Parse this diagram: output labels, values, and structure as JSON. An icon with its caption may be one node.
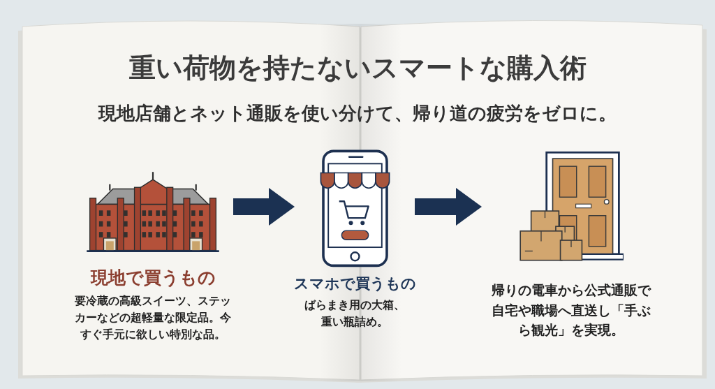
{
  "diagram": {
    "title": "重い荷物を持たないスマートな購入術",
    "nodes": [
      {
        "text": [
          "現地で買うもの",
          "要冷蔵の高級スイーツ、ステッカーなどの超軽量な限定品。今すぐ手元に欲しい特別な品。"
        ]
      },
      {
        "text": [
          "スマホで買うもの",
          "ばらまき用の大箱、重い瓶詰め。"
        ]
      },
      {
        "text": [
          "帰りの電車から公式通販で自宅や職場へ直送し「手ぶら観光」を実現。"
        ]
      }
    ],
    "edges": [
      {
        "from": 0,
        "to": 1,
        "arrow": "to"
      },
      {
        "from": 1,
        "to": 2,
        "arrow": "to"
      }
    ],
    "labels": [
      "現地店舗とネット通販を使い分けて、帰り道の疲労をゼロに。"
    ]
  }
}
